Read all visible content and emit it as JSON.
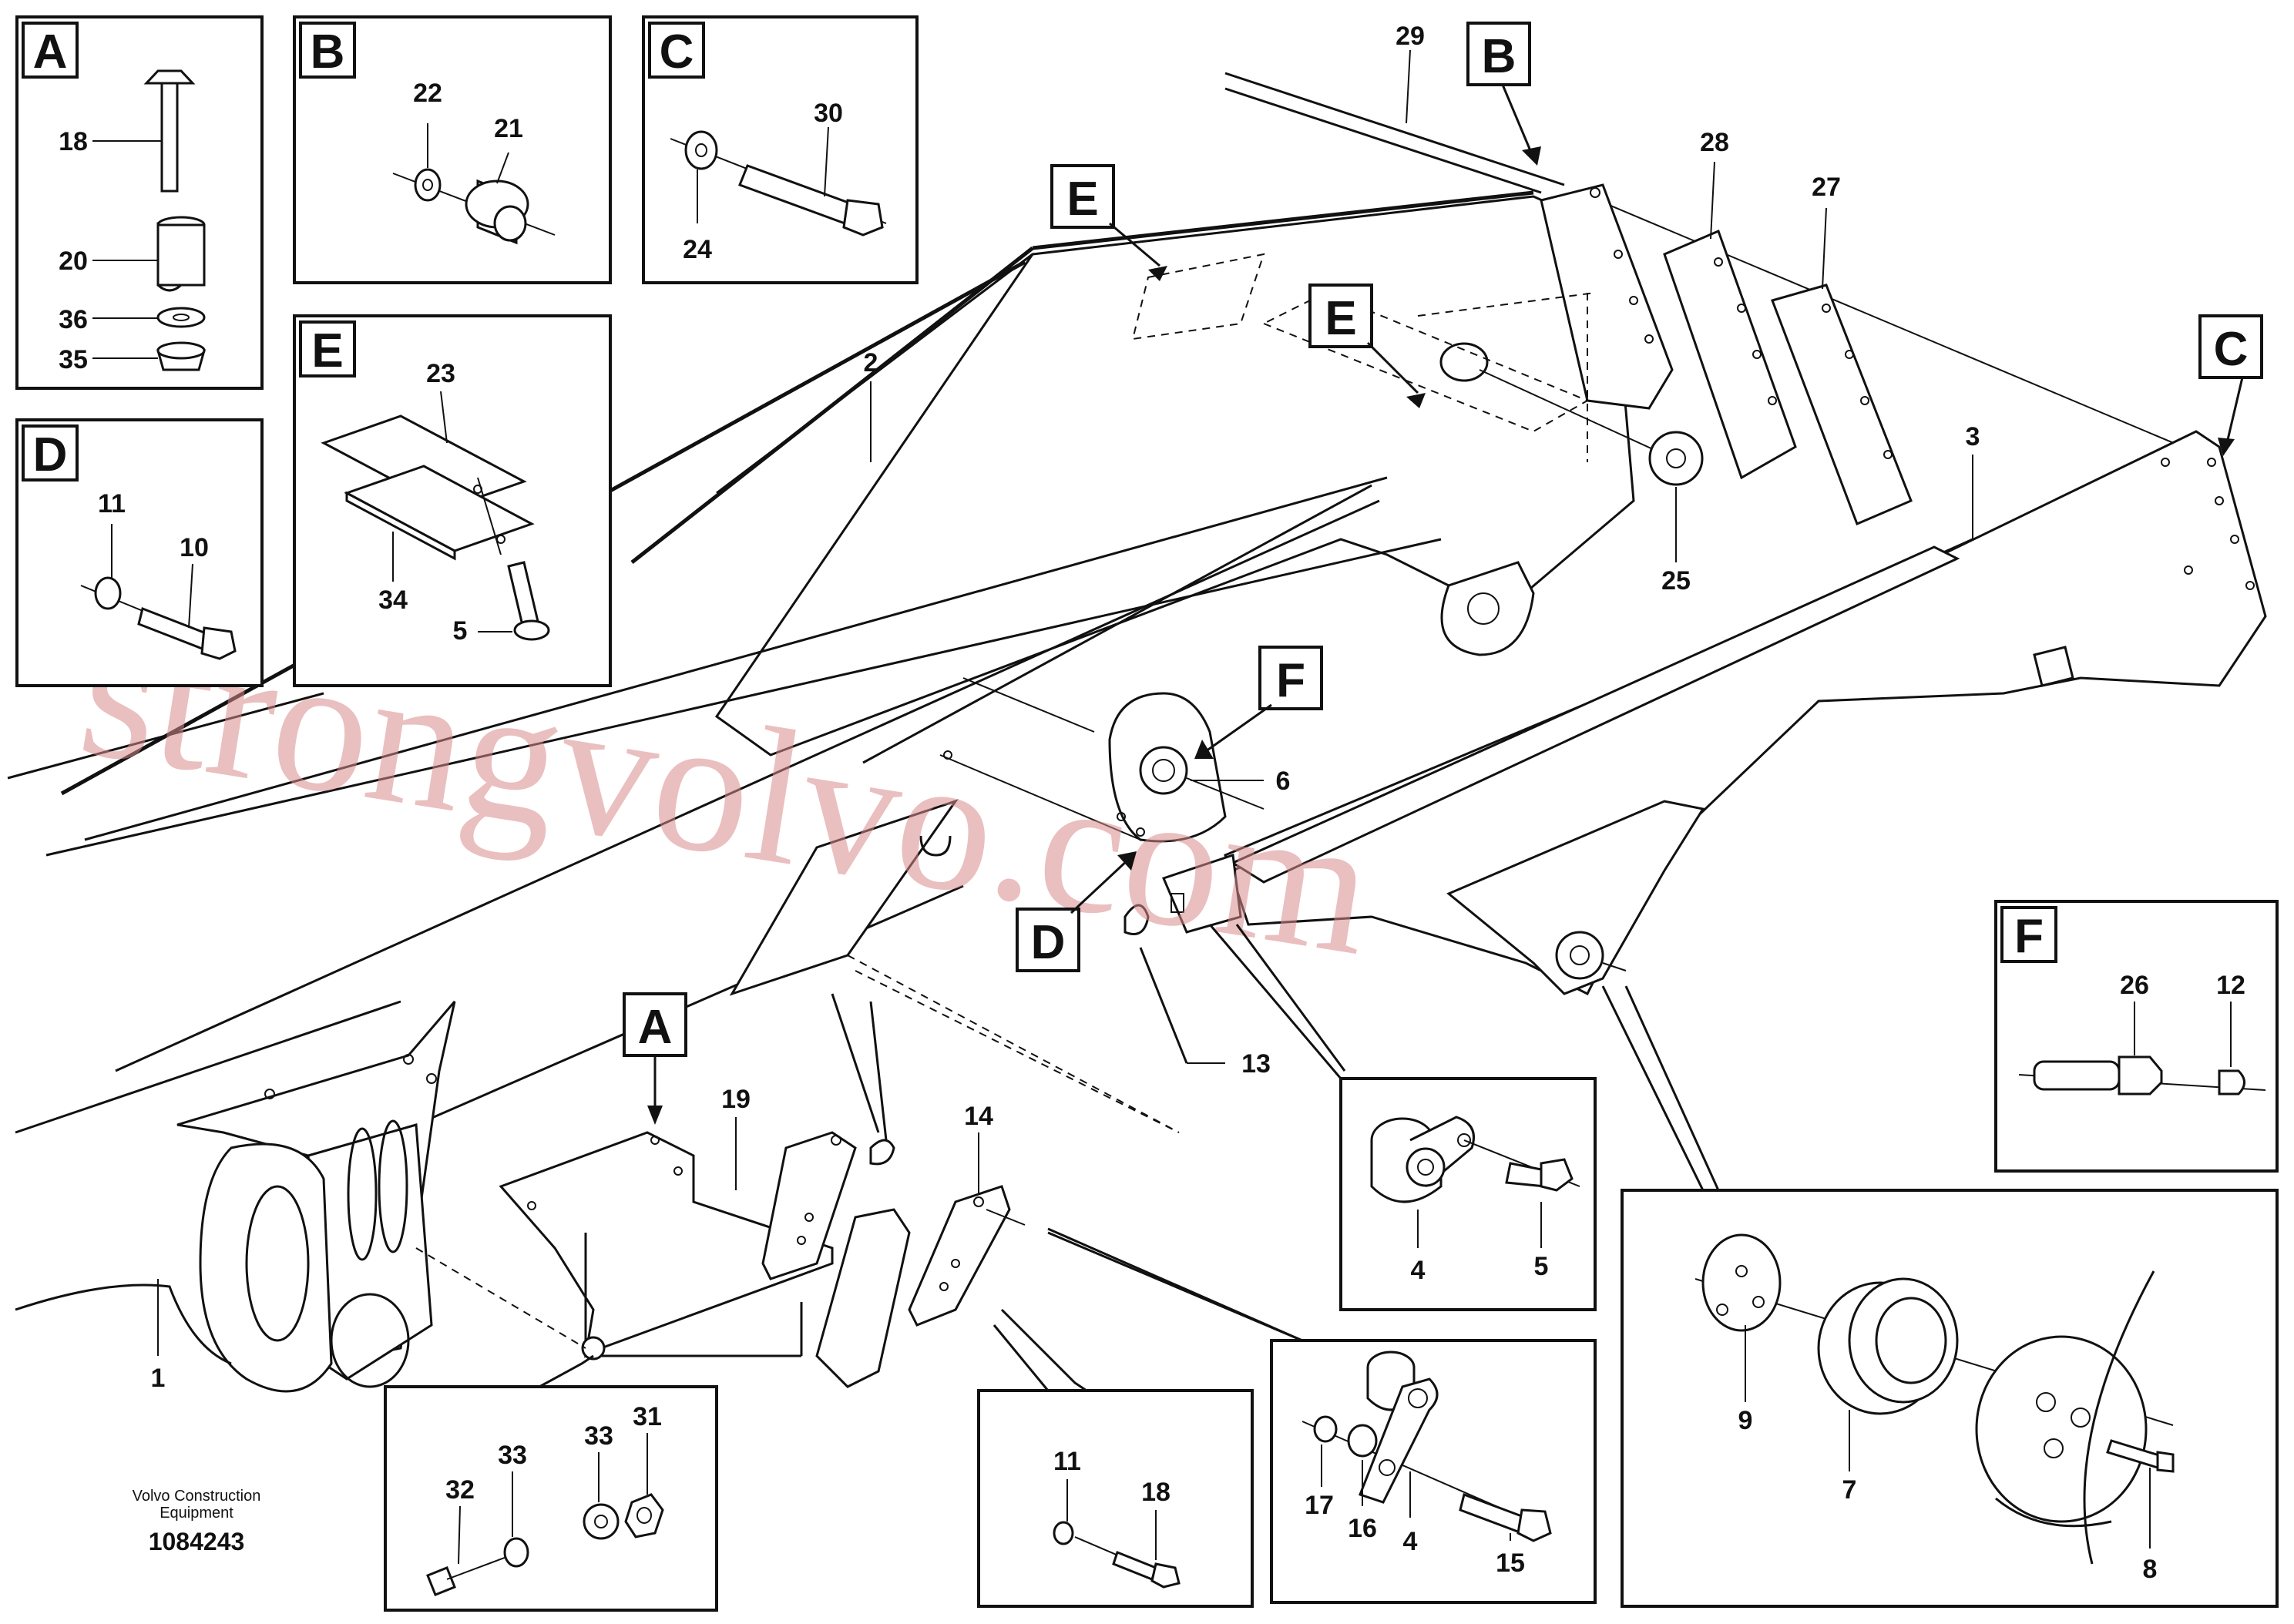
{
  "footer": {
    "brand_line1": "Volvo Construction",
    "brand_line2": "Equipment",
    "drawing_id": "1084243"
  },
  "watermark": "strongvolvo.com",
  "colors": {
    "lines": "#111111",
    "watermark": "#d98a8a",
    "background": "#ffffff"
  },
  "detail_boxes": {
    "A": {
      "letter": "A",
      "callouts": [
        "18",
        "20",
        "36",
        "35"
      ]
    },
    "B": {
      "letter": "B",
      "callouts": [
        "22",
        "21"
      ]
    },
    "C": {
      "letter": "C",
      "callouts": [
        "30",
        "24"
      ]
    },
    "D": {
      "letter": "D",
      "callouts": [
        "11",
        "10"
      ]
    },
    "E": {
      "letter": "E",
      "callouts": [
        "23",
        "34",
        "5"
      ]
    },
    "F": {
      "letter": "F",
      "callouts": [
        "26",
        "12"
      ]
    }
  },
  "view_markers": [
    "B",
    "C",
    "E",
    "E",
    "F",
    "D",
    "A"
  ],
  "main_callouts": [
    "29",
    "28",
    "27",
    "2",
    "3",
    "25",
    "6",
    "13",
    "19",
    "14",
    "1"
  ],
  "sub_views": {
    "pivot": [
      "4",
      "5"
    ],
    "hardware_bottom_left": [
      "32",
      "33",
      "33",
      "31"
    ],
    "hardware_bottom_mid": [
      "11",
      "18"
    ],
    "linkage": [
      "17",
      "16",
      "4",
      "15"
    ],
    "bearing": [
      "9",
      "7",
      "8"
    ]
  }
}
